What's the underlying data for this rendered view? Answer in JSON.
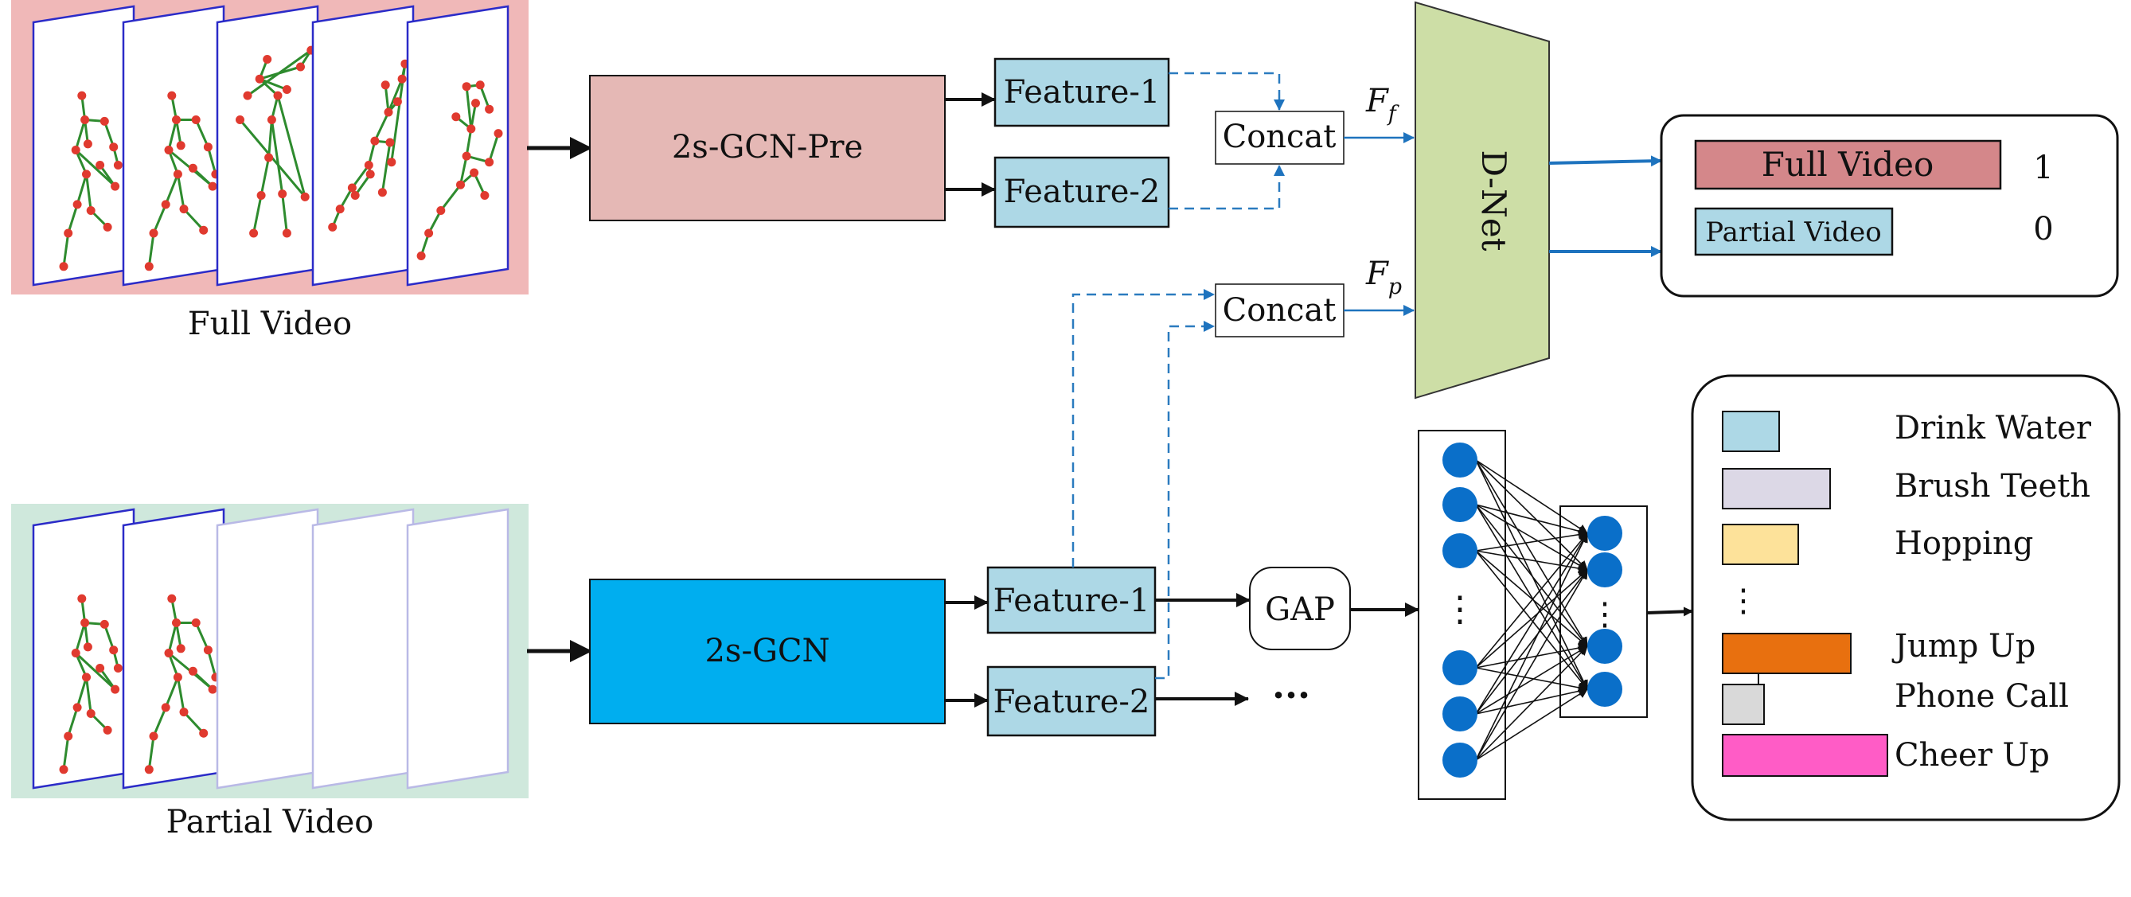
{
  "full_video": {
    "caption": "Full Video",
    "bg_color": "#f0b8b8"
  },
  "partial_video": {
    "caption": "Partial Video",
    "bg_color": "#cfe8dc"
  },
  "pre_model": {
    "label": "2s-GCN-Pre",
    "color": "#e5b8b5"
  },
  "model": {
    "label": "2s-GCN",
    "color": "#00aeef"
  },
  "features_top": [
    "Feature-1",
    "Feature-2"
  ],
  "features_bottom": [
    "Feature-1",
    "Feature-2"
  ],
  "feature_color": "#add8e6",
  "concat_label": "Concat",
  "ff_label": {
    "base": "F",
    "sub": "f"
  },
  "fp_label": {
    "base": "F",
    "sub": "p"
  },
  "dnet": {
    "label": "D-Net",
    "color": "#cddea6"
  },
  "gap_label": "GAP",
  "ellipsis": "···",
  "vertical_dots": "⋮",
  "output": {
    "items": [
      {
        "label": "Full Video",
        "value": "1",
        "color": "#d4878a"
      },
      {
        "label": "Partial Video",
        "value": "0",
        "color": "#add8e6"
      }
    ]
  },
  "classes": {
    "items": [
      {
        "label": "Drink Water",
        "color": "#add8e6"
      },
      {
        "label": "Brush Teeth",
        "color": "#dcd8e6"
      },
      {
        "label": "Hopping",
        "color": "#fde29a"
      },
      {
        "label": "Jump Up",
        "color": "#e8700f"
      },
      {
        "label": "Phone Call",
        "color": "#d9d9d9"
      },
      {
        "label": "Cheer Up",
        "color": "#ff5cc6"
      }
    ],
    "dots": "⋮"
  },
  "colors": {
    "neuron": "#0a6fc9",
    "dashed": "#2b7bbf",
    "arrow": "#111111",
    "frame_border": "#2b2bc8",
    "skeleton_line": "#2e8b2e",
    "skeleton_joint": "#e03a2f"
  }
}
